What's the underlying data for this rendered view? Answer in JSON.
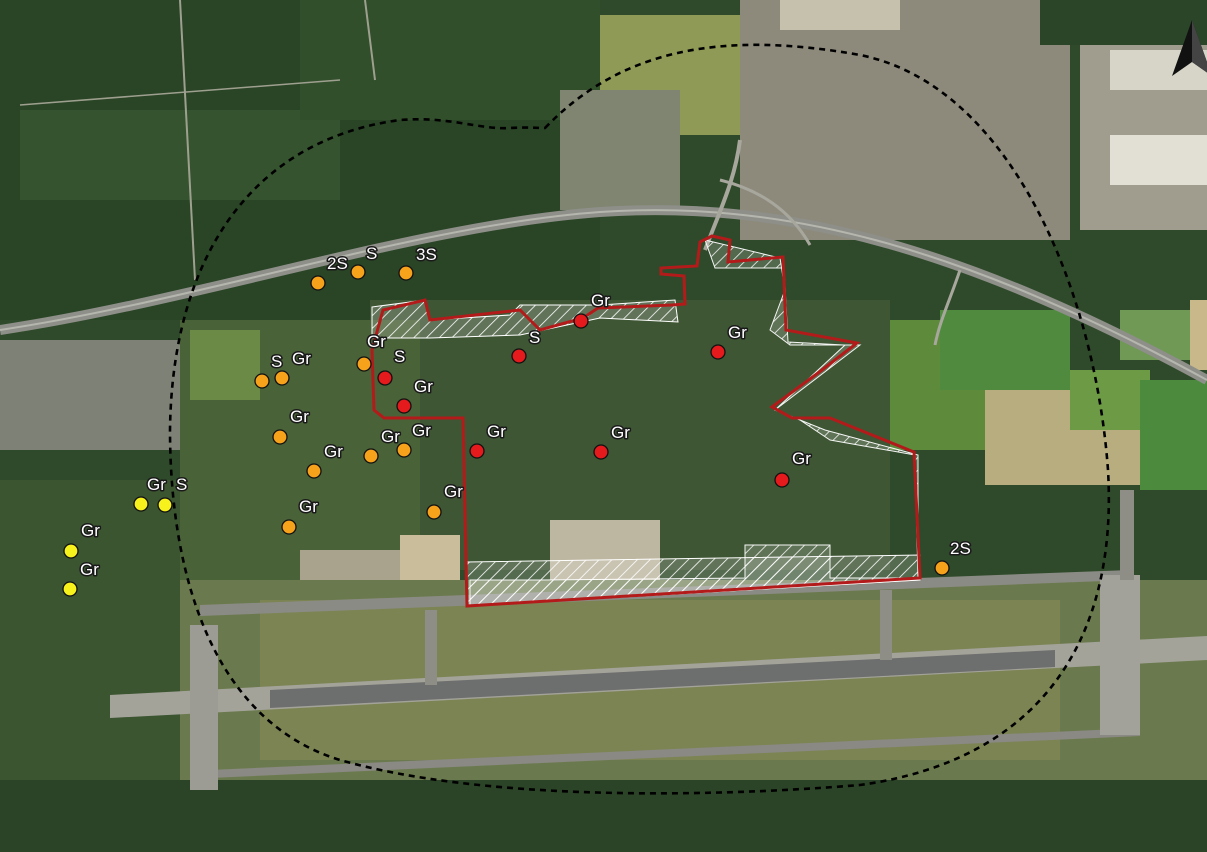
{
  "map": {
    "colors": {
      "red_marker": "#e41a1c",
      "orange_marker": "#f7a21b",
      "yellow_marker": "#f7f21b",
      "site_boundary": "#b31b1b",
      "buffer_line": "#000000"
    },
    "markers": [
      {
        "category": "red",
        "label": "Gr"
      },
      {
        "category": "red",
        "label": "S"
      },
      {
        "category": "red",
        "label": "Gr"
      },
      {
        "category": "red",
        "label": "S"
      },
      {
        "category": "red",
        "label": "Gr"
      },
      {
        "category": "red",
        "label": "Gr"
      },
      {
        "category": "red",
        "label": "Gr"
      },
      {
        "category": "red",
        "label": "Gr"
      },
      {
        "category": "orange",
        "label": "2S"
      },
      {
        "category": "orange",
        "label": "S"
      },
      {
        "category": "orange",
        "label": "3S"
      },
      {
        "category": "orange",
        "label": "S"
      },
      {
        "category": "orange",
        "label": "Gr"
      },
      {
        "category": "orange",
        "label": "Gr"
      },
      {
        "category": "orange",
        "label": "Gr"
      },
      {
        "category": "orange",
        "label": "Gr"
      },
      {
        "category": "orange",
        "label": "Gr"
      },
      {
        "category": "orange",
        "label": "Gr"
      },
      {
        "category": "orange",
        "label": "Gr"
      },
      {
        "category": "orange",
        "label": "Gr"
      },
      {
        "category": "orange",
        "label": "2S"
      },
      {
        "category": "yellow",
        "label": "Gr"
      },
      {
        "category": "yellow",
        "label": "S"
      },
      {
        "category": "yellow",
        "label": "Gr"
      },
      {
        "category": "yellow",
        "label": "Gr"
      }
    ]
  }
}
